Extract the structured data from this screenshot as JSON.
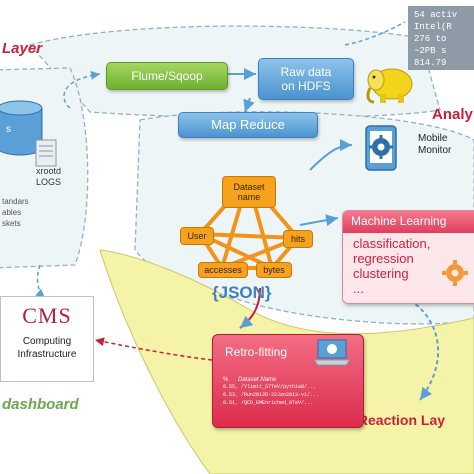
{
  "layers": {
    "data": "Layer",
    "analysis": "Analy",
    "active_reaction": "Active Reaction Lay"
  },
  "info_box": {
    "lines": [
      "54 activ",
      "Intel(R",
      "276 to",
      "~2PB s",
      "814.79"
    ]
  },
  "flume_sqoop": "Flume/Sqoop",
  "raw_data": [
    "Raw data",
    "on HDFS"
  ],
  "map_reduce": "Map Reduce",
  "graph": {
    "center": [
      "Dataset",
      "name"
    ],
    "user": "User",
    "hits": "hits",
    "accesses": "accesses",
    "bytes": "bytes"
  },
  "json_label": "{JSON}",
  "mobile_monitor": [
    "Mobile",
    "Monitor"
  ],
  "machine_learning": {
    "title": "Machine Learning",
    "items": [
      "classification,",
      "regression",
      "clustering",
      "..."
    ]
  },
  "left_panel": {
    "db_label": "s",
    "xrootd": [
      "xrootd",
      "LOGS"
    ],
    "notes": [
      "tandars",
      "ables",
      "skets"
    ]
  },
  "cms": {
    "logo": "CMS",
    "subtitle": [
      "Computing",
      "Infrastructure"
    ],
    "dashboard": "dashboard"
  },
  "retro": {
    "title": "Retro-fitting",
    "header_pct": "%",
    "header_name": "Dataset Name",
    "rows": [
      "0.55, /Ylimit_S7TeV/pythia8/...",
      "0.53, /Run2012D-22Jan2013-v1/...",
      "0.51, /QCD_EMEnriched_8TeV/..."
    ]
  },
  "colors": {
    "accent_red": "#cc1f3a",
    "blue_box": "#5aa0d6",
    "green_box": "#8cc63f",
    "orange": "#f7a21c",
    "yellow_zone": "#f4f3a8",
    "ml_pink": "#e94b6b",
    "info_gray": "#8e9aa6"
  },
  "icons": [
    "hadoop-elephant-icon",
    "mobile-gear-icon",
    "gear-icon",
    "database-icon",
    "laptop-icon"
  ]
}
